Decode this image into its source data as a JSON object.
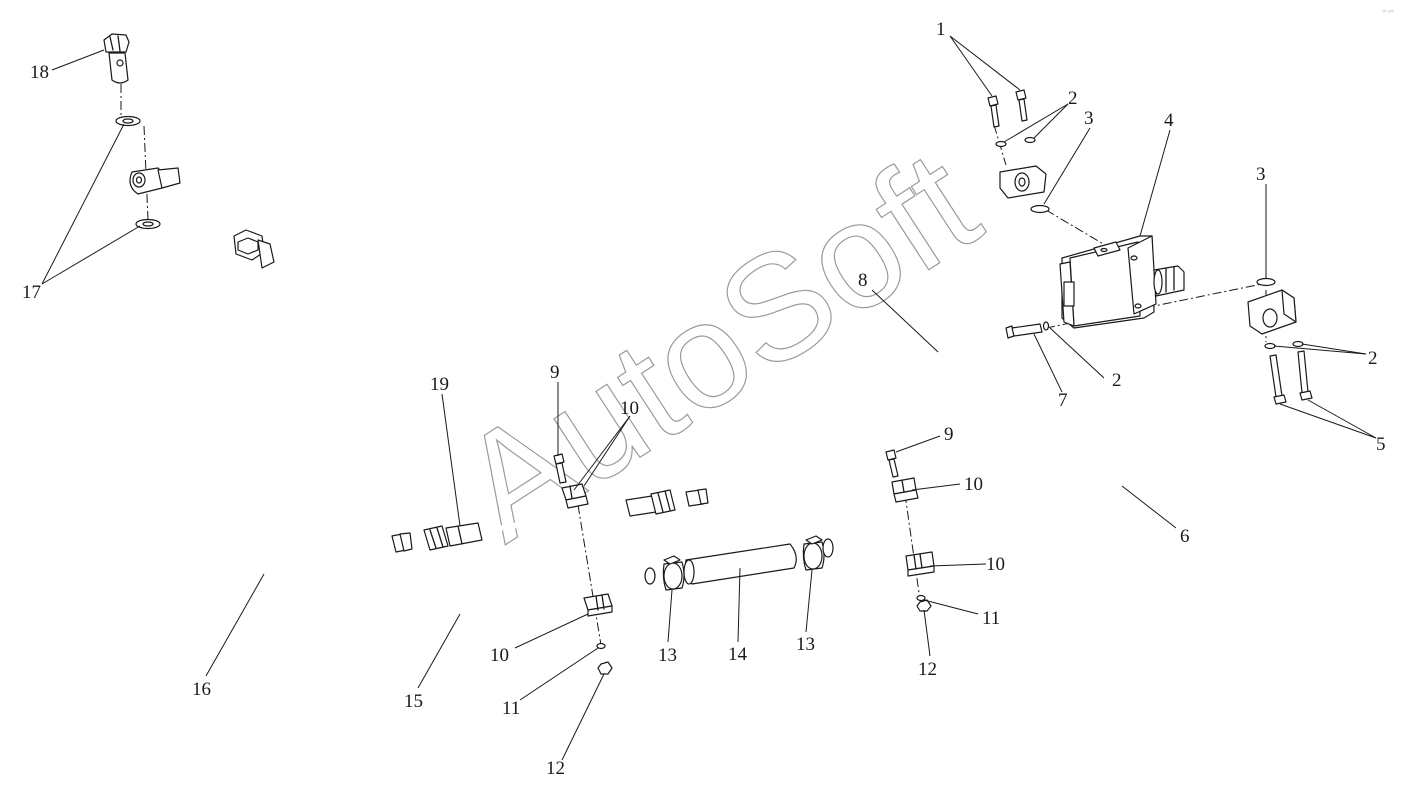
{
  "watermark": "AutoSoft",
  "corner_mark": "¹⁰ ᵒᵐ",
  "callouts": [
    {
      "id": "c1",
      "label": "1"
    },
    {
      "id": "c2a",
      "label": "2"
    },
    {
      "id": "c2b",
      "label": "2"
    },
    {
      "id": "c2c",
      "label": "2"
    },
    {
      "id": "c3a",
      "label": "3"
    },
    {
      "id": "c3b",
      "label": "3"
    },
    {
      "id": "c4",
      "label": "4"
    },
    {
      "id": "c5",
      "label": "5"
    },
    {
      "id": "c6",
      "label": "6"
    },
    {
      "id": "c7",
      "label": "7"
    },
    {
      "id": "c8",
      "label": "8"
    },
    {
      "id": "c9a",
      "label": "9"
    },
    {
      "id": "c9b",
      "label": "9"
    },
    {
      "id": "c10a",
      "label": "10"
    },
    {
      "id": "c10b",
      "label": "10"
    },
    {
      "id": "c10c",
      "label": "10"
    },
    {
      "id": "c10d",
      "label": "10"
    },
    {
      "id": "c11a",
      "label": "11"
    },
    {
      "id": "c11b",
      "label": "11"
    },
    {
      "id": "c12a",
      "label": "12"
    },
    {
      "id": "c12b",
      "label": "12"
    },
    {
      "id": "c13a",
      "label": "13"
    },
    {
      "id": "c13b",
      "label": "13"
    },
    {
      "id": "c14",
      "label": "14"
    },
    {
      "id": "c15",
      "label": "15"
    },
    {
      "id": "c16",
      "label": "16"
    },
    {
      "id": "c17",
      "label": "17"
    },
    {
      "id": "c18",
      "label": "18"
    },
    {
      "id": "c19",
      "label": "19"
    }
  ]
}
